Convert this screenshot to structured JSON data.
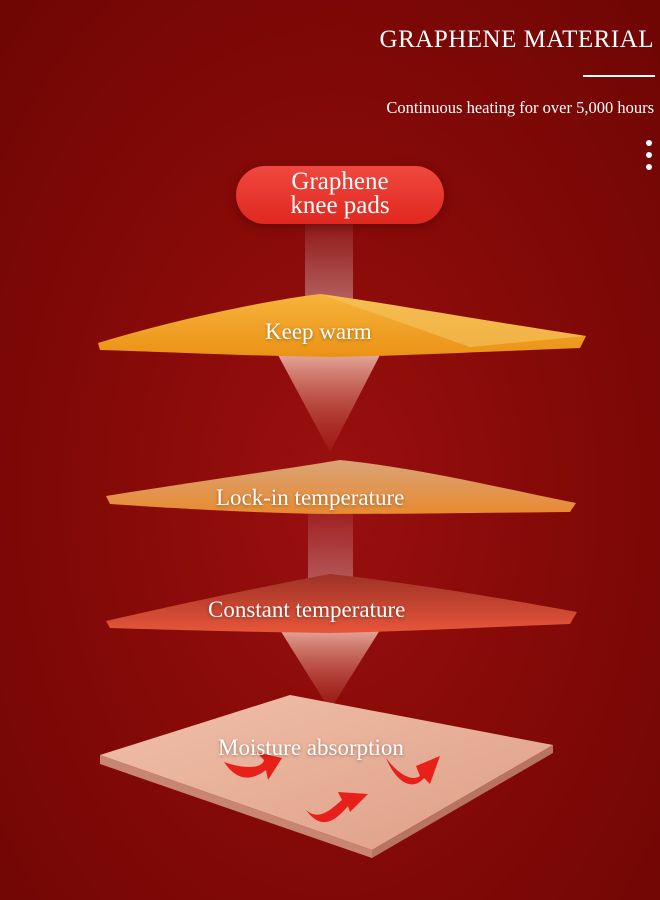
{
  "header": {
    "title": "GRAPHENE MATERIAL",
    "subtitle": "Continuous heating for over 5,000 hours"
  },
  "badge": {
    "label": "Graphene knee pads"
  },
  "layers": [
    {
      "label": "Keep warm",
      "color": "#f4a624"
    },
    {
      "label": "Lock-in temperature",
      "color": "#e7a77e"
    },
    {
      "label": "Constant temperature",
      "color": "#d9553e"
    },
    {
      "label": "Moisture absorption",
      "color": "#e4ab93"
    }
  ],
  "colors": {
    "background": "#860a08",
    "badge": "#e8322a",
    "arrow": "#e8201a"
  },
  "icons": [
    "more-vertical-icon",
    "curved-arrow-icon"
  ]
}
